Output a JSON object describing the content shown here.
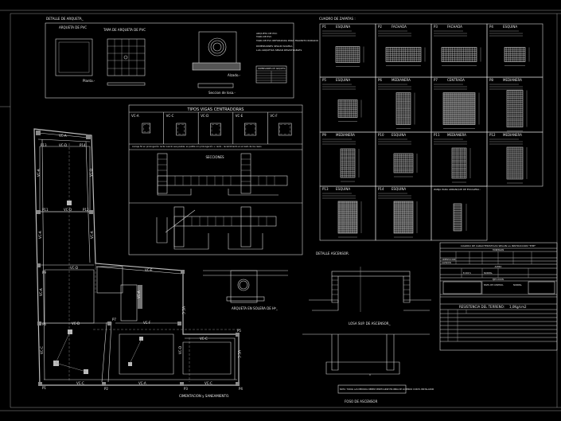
{
  "arqueta": {
    "title": "DETALLE DE ARQUETA_",
    "plan_title": "ARQUETA DE PVC",
    "cover_title": "TAPA DE ARQUETA DE PVC",
    "planta": "Planta.-",
    "alzado": "Alzado.-",
    "seccion": "Seccion de losa.-",
    "notes": [
      "ARQUETA DE PVC",
      "TAPA DE PVC",
      "TAPA DE PVC REFORZADA PARA TRANSITO RODADO",
      "DIMENSIONES SEGUN SOLERA",
      "LAS ARQUETAS SERAN REGISTRABLES"
    ],
    "table_title": "DIMENSIONES DE ARQUETA"
  },
  "vigas": {
    "title": "TIPOS VIGAS CENTRADORAS",
    "types": [
      "VC-A",
      "VC-C",
      "VC-D",
      "VC-E",
      "VC-F"
    ],
    "note": "Anclaje 50 en prolongación recta cuando sea posible; en patilla con prolongación + canto - recubrimiento en el resto de los casos",
    "secciones": "SECCIONES"
  },
  "arqueta_solera": "ARQUETA EN SOLERA DE Hº_",
  "plan": {
    "title": "CIMENTACION y SANEAMIENTO.",
    "pillars": [
      "P1",
      "P2",
      "P3",
      "P4",
      "P5",
      "P6",
      "P7",
      "P9",
      "P11",
      "P12",
      "P13",
      "P14"
    ],
    "beams": [
      "VC-A",
      "VC-D",
      "VC-A",
      "VC-D",
      "VC-D",
      "VC-A",
      "VC-A",
      "VC-D",
      "VC-E",
      "VC-C",
      "VC-A",
      "VC-F",
      "VC-C",
      "VC-D",
      "VC-C",
      "VC-C",
      "VC-A",
      "VC-C",
      "VC-C",
      "VC-D",
      "VC-A"
    ]
  },
  "zapatas": {
    "title": "CUADRO DE ZAPATAS :",
    "items": [
      {
        "id": "P1",
        "type": "ESQUINA"
      },
      {
        "id": "P2",
        "type": "FACHADA"
      },
      {
        "id": "P3",
        "type": "FACHADA"
      },
      {
        "id": "P4",
        "type": "ESQUINA"
      },
      {
        "id": "P5",
        "type": "ESQUINA"
      },
      {
        "id": "P6",
        "type": "MEDIANERA"
      },
      {
        "id": "P7",
        "type": "CENTRADA"
      },
      {
        "id": "P8",
        "type": "MEDIANERA"
      },
      {
        "id": "P9",
        "type": "MEDIANERA"
      },
      {
        "id": "P10",
        "type": "ESQUINA"
      },
      {
        "id": "P11",
        "type": "MEDIANERA"
      },
      {
        "id": "P12",
        "type": "MEDIANERA"
      },
      {
        "id": "P13",
        "type": "ESQUINA"
      },
      {
        "id": "P14",
        "type": "ESQUINA"
      }
    ],
    "zanja": "ZANJA PARA ARRANQUE DE ESCALERA :"
  },
  "ascensor": {
    "title": "DETALLE ASCENSOR.",
    "losa": "LOSA SUP. DE ASCENSOR_",
    "foso": "FOSO DE ASCENSOR",
    "note": "NOTA: TODAS LAS MEDIDAS DEBEN VERIFICARSE EN OBRA DE ACUERDO CON EL INSTALADOR"
  },
  "caract": {
    "title": "CUADRO DE CARACTERISTICAS SEGUN LA INSTRUCCION \"EHE\"",
    "hormigon": "HORMIGON",
    "acero": "ACERO",
    "ejecucion": "EJECUCION",
    "nivel": "NIVEL DE CONTROL",
    "normal": "NORMAL",
    "resistencia": "RESISTENCIA DEL TERRENO:",
    "resistencia_val": "1,0Kg/cm2",
    "rows": [
      "CIMENTACION",
      "ALZADOS",
      "B 400 S",
      "NORMAL"
    ]
  }
}
